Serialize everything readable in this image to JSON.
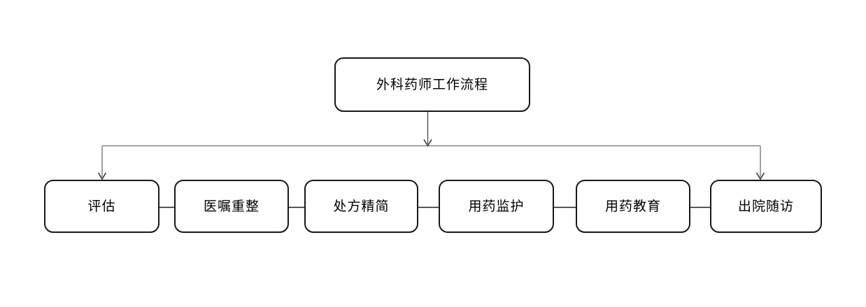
{
  "diagram": {
    "title_node": {
      "label": "外科药师工作流程"
    },
    "steps": [
      {
        "label": "评估"
      },
      {
        "label": "医嘱重整"
      },
      {
        "label": "处方精简"
      },
      {
        "label": "用药监护"
      },
      {
        "label": "用药教育"
      },
      {
        "label": "出院随访"
      }
    ],
    "colors": {
      "background": "#ffffff",
      "node_fill": "#ffffff",
      "node_border": "#181818",
      "connector": "#707070",
      "arrowhead": "#2e2e2e",
      "text": "#000000"
    },
    "icons": [
      {
        "name": "down-arrowhead-icon",
        "meaning": "flow direction from title to steps"
      }
    ]
  }
}
